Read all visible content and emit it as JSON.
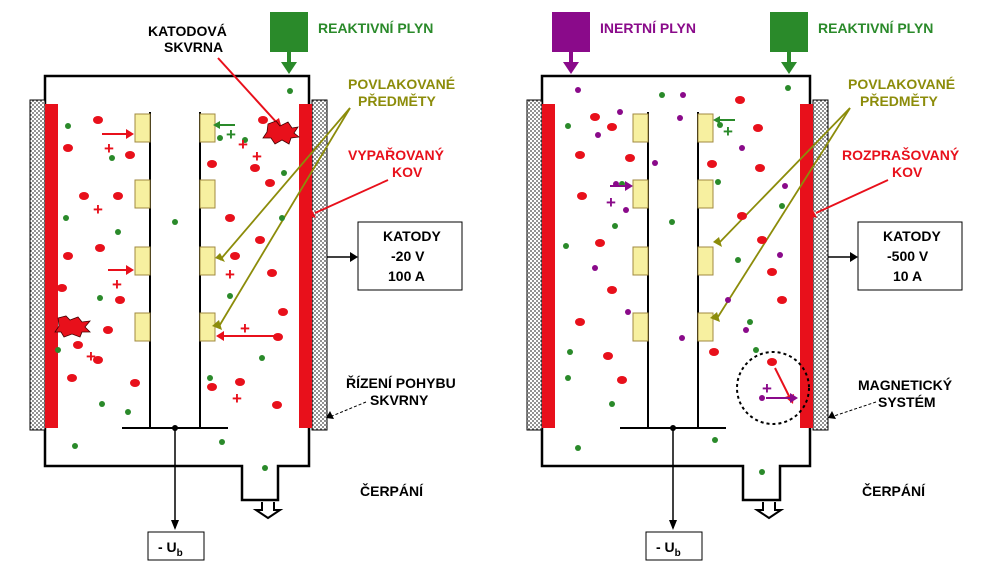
{
  "colors": {
    "red": "#e8101b",
    "green": "#2a8a2a",
    "purple": "#8a0a8a",
    "olive": "#8c8c0a",
    "sample_fill": "#f7f0a0",
    "sample_border": "#a08a40",
    "cathode_dark": "#555555"
  },
  "icons": {
    "gas_inlet": "gas-inlet-arrow-icon",
    "cathode_spot": "cathode-spot-icon",
    "pump_outlet": "pump-outlet-icon"
  },
  "left": {
    "label_cathode_spot_1": "KATODOVÁ",
    "label_cathode_spot_2": "SKVRNA",
    "label_reactive_gas": "REAKTIVNÍ PLYN",
    "label_coated_1": "POVLAKOVANÉ",
    "label_coated_2": "PŘEDMĚTY",
    "label_metal_1": "VYPAŘOVANÝ",
    "label_metal_2": "KOV",
    "cathodes_box_line1": "KATODY",
    "cathodes_box_line2": "-20 V",
    "cathodes_box_line3": "100 A",
    "label_control_1": "ŘÍZENÍ POHYBU",
    "label_control_2": "SKVRNY",
    "label_pumping": "ČERPÁNÍ",
    "bias_label": "- U",
    "bias_sub": "b",
    "plus_sign": "+"
  },
  "right": {
    "label_inert_gas": "INERTNÍ PLYN",
    "label_reactive_gas": "REAKTIVNÍ PLYN",
    "label_coated_1": "POVLAKOVANÉ",
    "label_coated_2": "PŘEDMĚTY",
    "label_metal_1": "ROZPRAŠOVANÝ",
    "label_metal_2": "KOV",
    "cathodes_box_line1": "KATODY",
    "cathodes_box_line2": "-500 V",
    "cathodes_box_line3": "10 A",
    "label_magnetic_1": "MAGNETICKÝ",
    "label_magnetic_2": "SYSTÉM",
    "label_pumping": "ČERPÁNÍ",
    "bias_label": "- U",
    "bias_sub": "b",
    "plus_sign": "+"
  }
}
